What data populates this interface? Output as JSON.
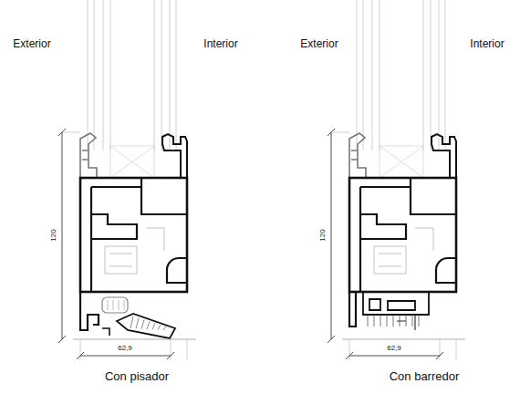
{
  "diagram": {
    "labels": [
      "Exterior",
      "Interior",
      "Exterior",
      "Interior",
      "120",
      "62,9",
      "120",
      "62,9",
      "Con pisador",
      "Con barredor"
    ]
  }
}
